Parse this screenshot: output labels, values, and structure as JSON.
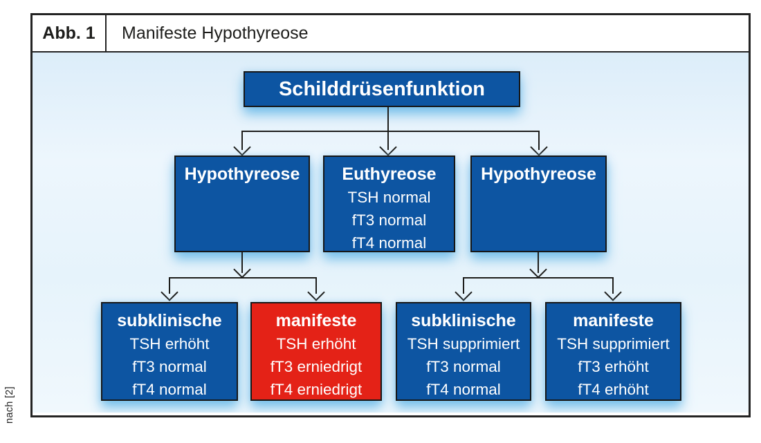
{
  "figure": {
    "label": "Abb. 1",
    "title": "Manifeste Hypothyreose",
    "credit": "nach [2]"
  },
  "colors": {
    "node_blue": "#0d55a2",
    "node_red": "#e42217",
    "canvas_background": "#e6f3fb",
    "line": "#1d1d1b"
  },
  "chart_type": "flowchart",
  "tree": {
    "root": {
      "title": "Schilddrüsenfunktion"
    },
    "level1": [
      {
        "title": "Hypothyreose",
        "lines": []
      },
      {
        "title": "Euthyreose",
        "lines": [
          "TSH normal",
          "fT3 normal",
          "fT4 normal"
        ]
      },
      {
        "title": "Hypothyreose",
        "lines": []
      }
    ],
    "level2": [
      {
        "title": "subklinische",
        "color": "blue",
        "lines": [
          "TSH erhöht",
          "fT3 normal",
          "fT4 normal"
        ]
      },
      {
        "title": "manifeste",
        "color": "red",
        "lines": [
          "TSH erhöht",
          "fT3 erniedrigt",
          "fT4 erniedrigt"
        ]
      },
      {
        "title": "subklinische",
        "color": "blue",
        "lines": [
          "TSH supprimiert",
          "fT3 normal",
          "fT4 normal"
        ]
      },
      {
        "title": "manifeste",
        "color": "blue",
        "lines": [
          "TSH supprimiert",
          "fT3 erhöht",
          "fT4 erhöht"
        ]
      }
    ]
  }
}
